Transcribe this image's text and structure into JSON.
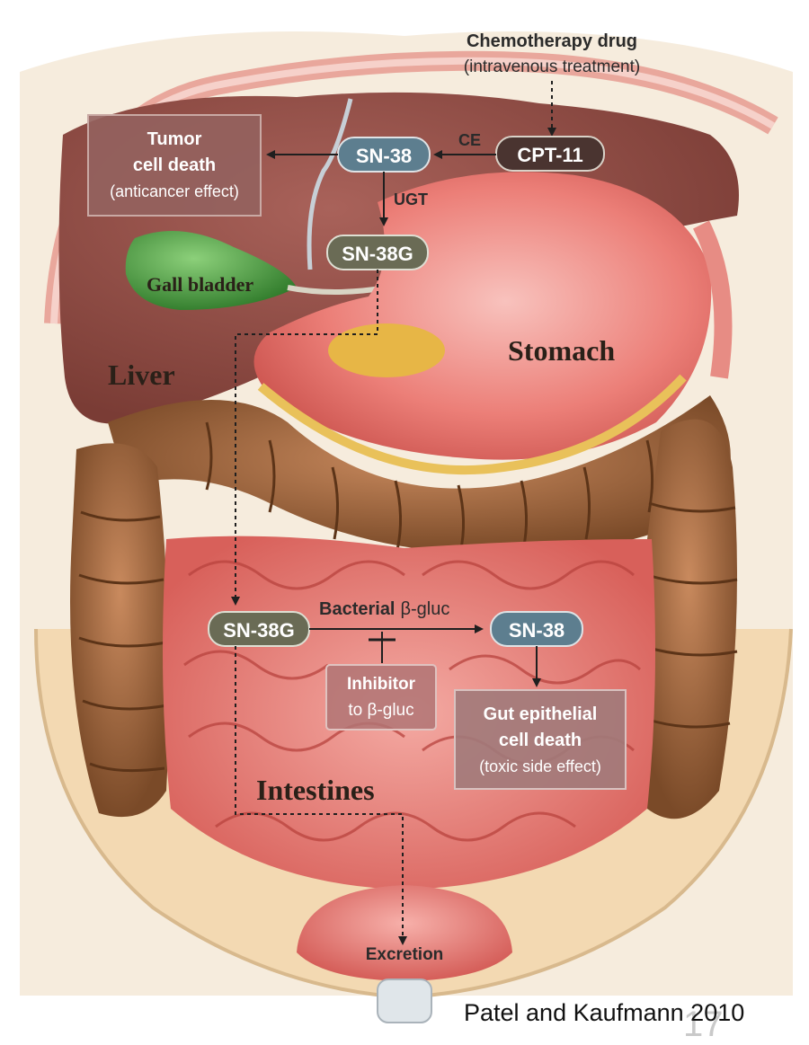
{
  "organs": {
    "liver": "Liver",
    "gall_bladder": "Gall bladder",
    "stomach": "Stomach",
    "intestines": "Intestines"
  },
  "drug": {
    "title": "Chemotherapy drug",
    "subtitle": "(intravenous treatment)"
  },
  "nodes": {
    "cpt11": "CPT-11",
    "sn38_liver": "SN-38",
    "sn38g_liver": "SN-38G",
    "sn38g_gut": "SN-38G",
    "sn38_gut": "SN-38"
  },
  "enzymes": {
    "ce": "CE",
    "ugt": "UGT",
    "bacterial_line1": "Bacterial",
    "bacterial_greek": "β-gluc"
  },
  "tumor_box": {
    "line1": "Tumor",
    "line2": "cell death",
    "line3": "(anticancer effect)"
  },
  "inhibitor_box": {
    "line1": "Inhibitor",
    "line2": "to β-gluc"
  },
  "gut_box": {
    "line1": "Gut epithelial",
    "line2": "cell death",
    "line3": "(toxic side effect)"
  },
  "excretion": "Excretion",
  "citation": "Patel and Kaufmann 2010",
  "page_number": "17",
  "colors": {
    "node_blue": "#5d7e8f",
    "node_olive": "#6a6b55",
    "node_dark": "#4a3430",
    "box_mauve": "#94625e"
  }
}
